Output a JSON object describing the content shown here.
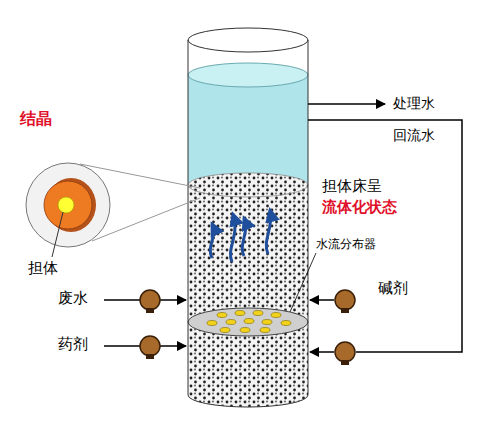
{
  "diagram": {
    "labels": [
      "结晶",
      "担体",
      "处理水",
      "回流水",
      "担体床呈",
      "流体化状态",
      "水流分布器",
      "废水",
      "药剂",
      "碱剂"
    ]
  }
}
